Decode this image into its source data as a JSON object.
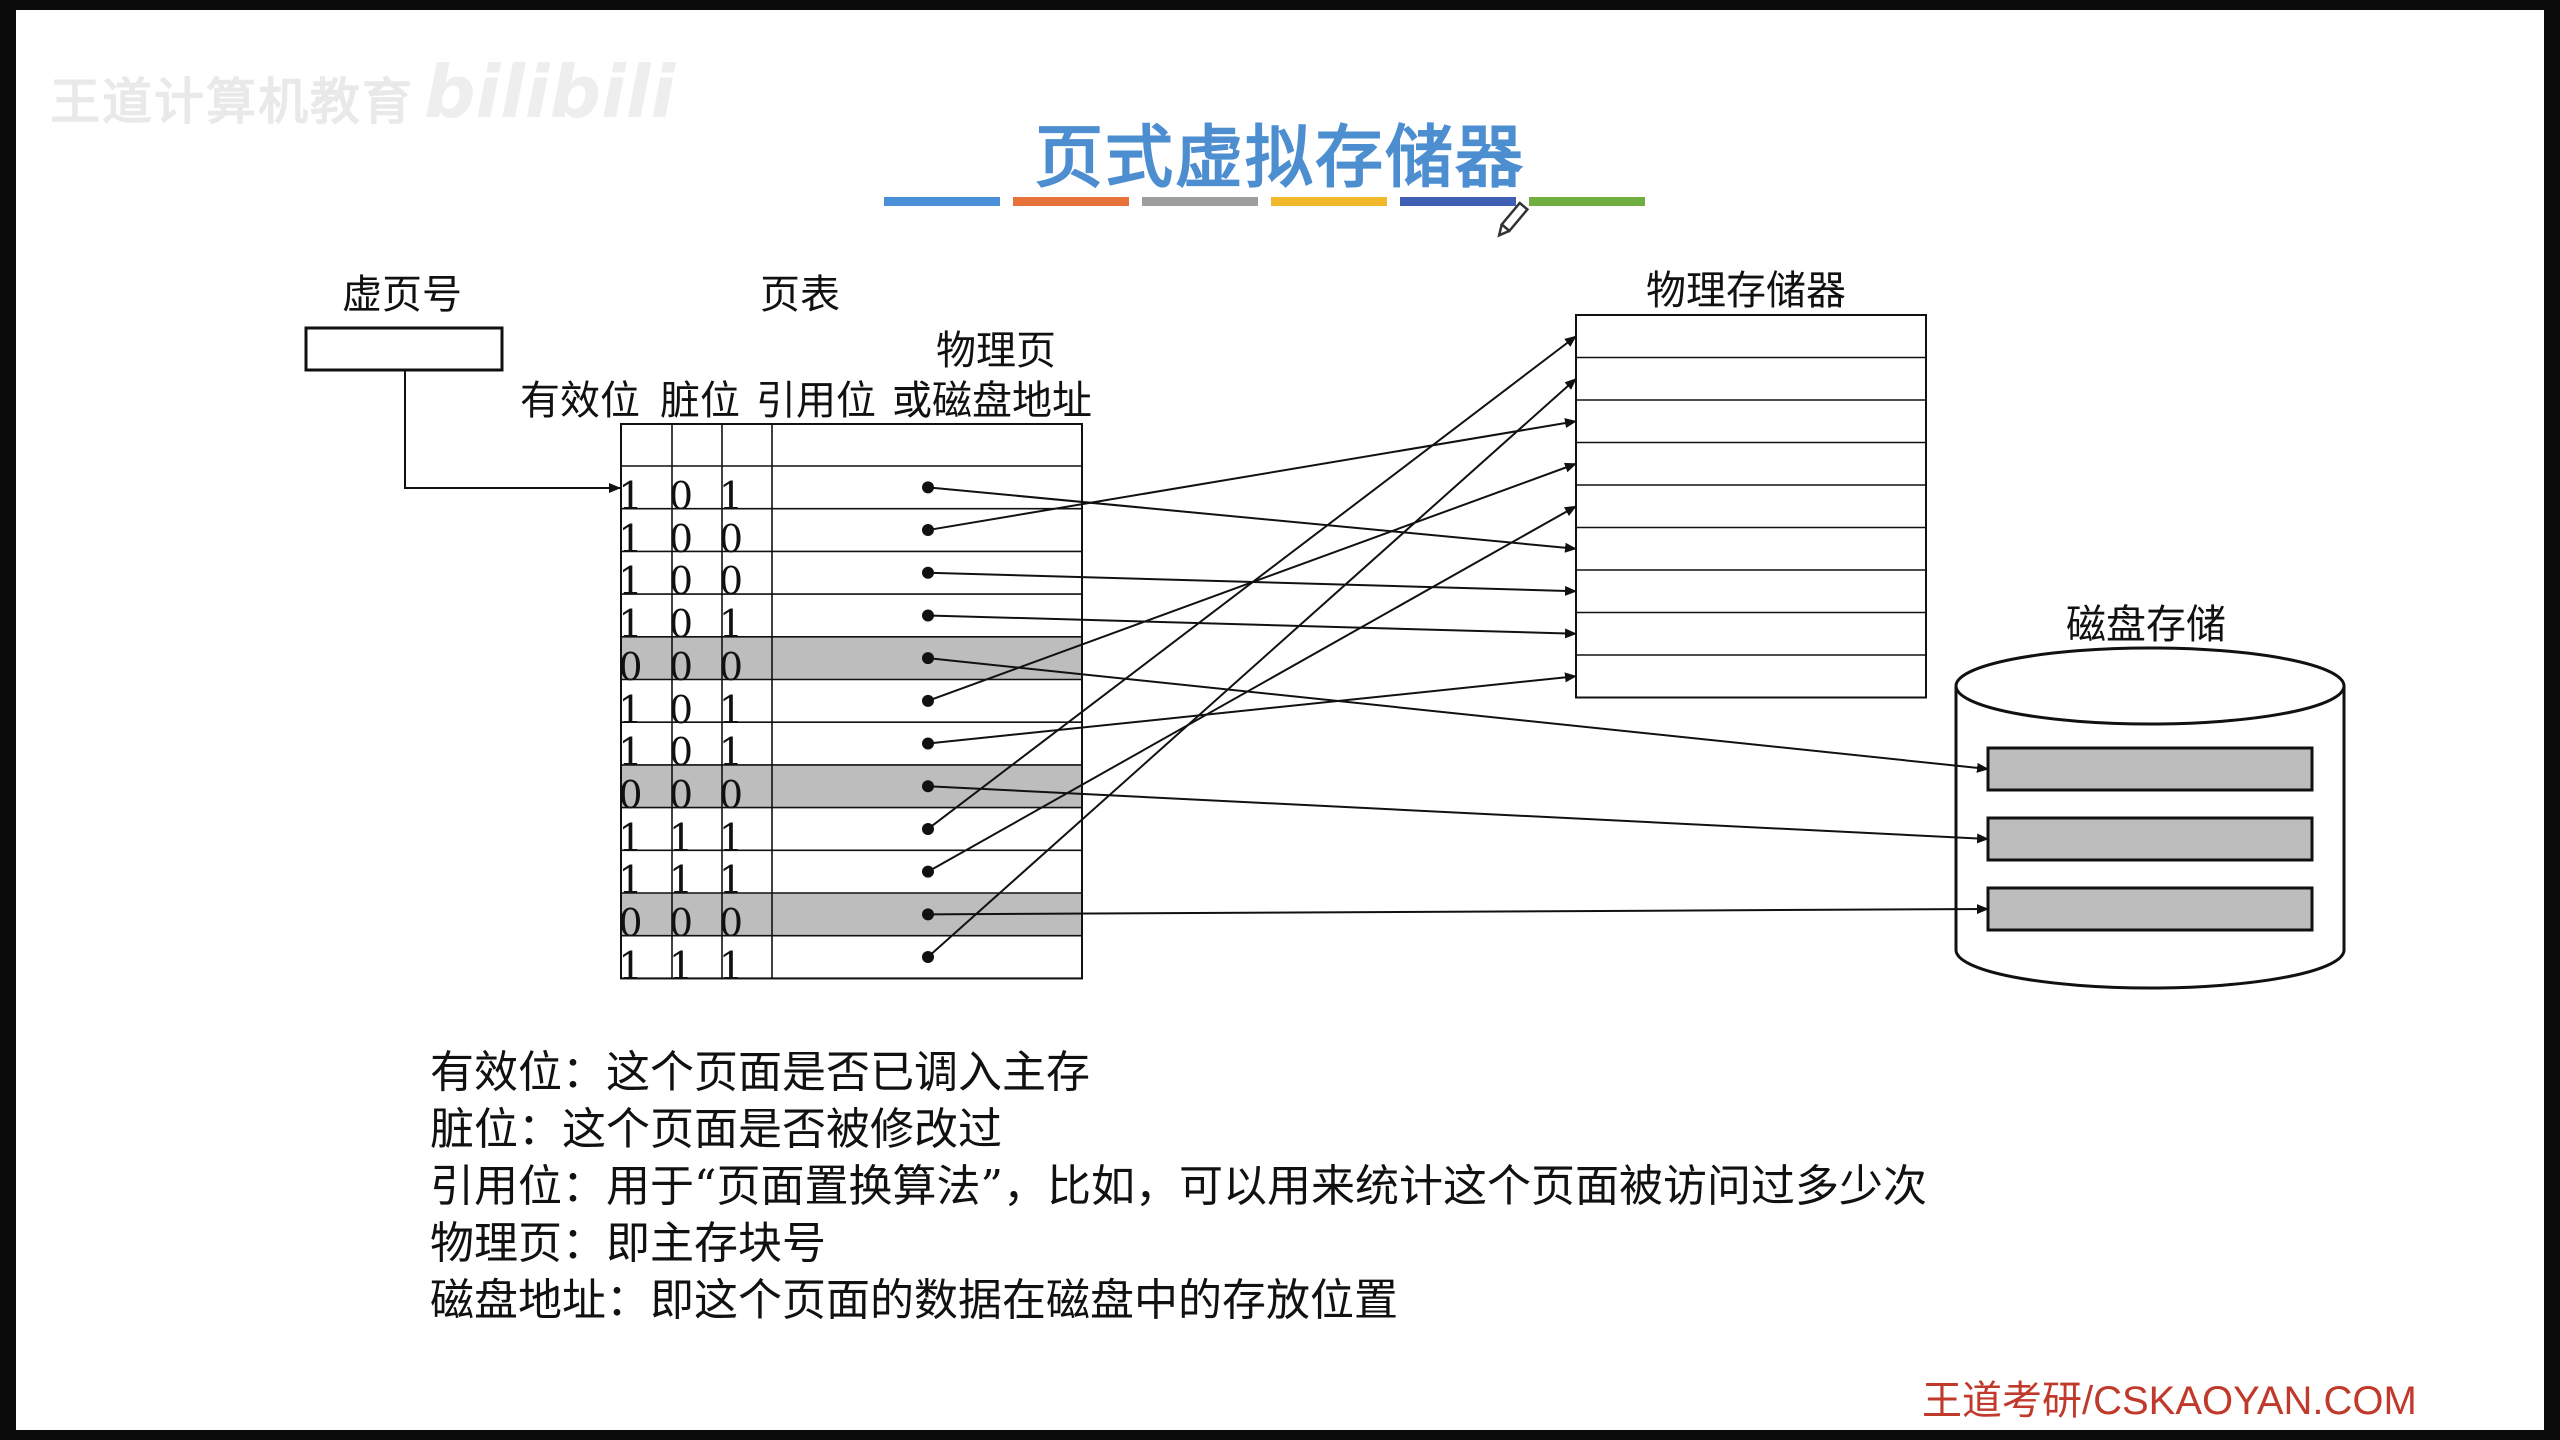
{
  "slide_title": "页式虚拟存储器",
  "watermark": {
    "text": "王道计算机教育",
    "logo": "bilibili"
  },
  "accent_bar_colors": [
    "#4a90d9",
    "#e8733a",
    "#9e9e9e",
    "#f2b82c",
    "#3f5fb5",
    "#6fae3f"
  ],
  "icons": {
    "pen": "pen-icon"
  },
  "diagram": {
    "virtual_page_label": "虚页号",
    "page_table_label": "页表",
    "col_headers": [
      "有效位",
      "脏位",
      "引用位",
      "物理页",
      "或磁盘地址"
    ],
    "rows": [
      {
        "bits": [
          "1",
          "0",
          "1"
        ],
        "shaded": false
      },
      {
        "bits": [
          "1",
          "0",
          "0"
        ],
        "shaded": false
      },
      {
        "bits": [
          "1",
          "0",
          "0"
        ],
        "shaded": false
      },
      {
        "bits": [
          "1",
          "0",
          "1"
        ],
        "shaded": false
      },
      {
        "bits": [
          "0",
          "0",
          "0"
        ],
        "shaded": true
      },
      {
        "bits": [
          "1",
          "0",
          "1"
        ],
        "shaded": false
      },
      {
        "bits": [
          "1",
          "0",
          "1"
        ],
        "shaded": false
      },
      {
        "bits": [
          "0",
          "0",
          "0"
        ],
        "shaded": true
      },
      {
        "bits": [
          "1",
          "1",
          "1"
        ],
        "shaded": false
      },
      {
        "bits": [
          "1",
          "1",
          "1"
        ],
        "shaded": false
      },
      {
        "bits": [
          "0",
          "0",
          "0"
        ],
        "shaded": true
      },
      {
        "bits": [
          "1",
          "1",
          "1"
        ],
        "shaded": false
      }
    ],
    "physical_memory_label": "物理存储器",
    "physical_frame_count": 9,
    "disk_label": "磁盘存储",
    "disk_block_count": 3,
    "mapping": [
      {
        "row": 0,
        "to": "frame",
        "index": 5
      },
      {
        "row": 1,
        "to": "frame",
        "index": 2
      },
      {
        "row": 2,
        "to": "frame",
        "index": 6
      },
      {
        "row": 3,
        "to": "frame",
        "index": 7
      },
      {
        "row": 4,
        "to": "disk",
        "index": 0
      },
      {
        "row": 5,
        "to": "frame",
        "index": 3
      },
      {
        "row": 6,
        "to": "frame",
        "index": 8
      },
      {
        "row": 7,
        "to": "disk",
        "index": 1
      },
      {
        "row": 8,
        "to": "frame",
        "index": 0
      },
      {
        "row": 9,
        "to": "frame",
        "index": 4
      },
      {
        "row": 10,
        "to": "disk",
        "index": 2
      },
      {
        "row": 11,
        "to": "frame",
        "index": 1
      }
    ]
  },
  "notes": [
    "有效位：这个页面是否已调入主存",
    "脏位：这个页面是否被修改过",
    "引用位：用于“页面置换算法”，比如，可以用来统计这个页面被访问过多少次",
    "物理页：即主存块号",
    "磁盘地址：即这个页面的数据在磁盘中的存放位置"
  ],
  "footer": "王道考研/CSKAOYAN.COM"
}
